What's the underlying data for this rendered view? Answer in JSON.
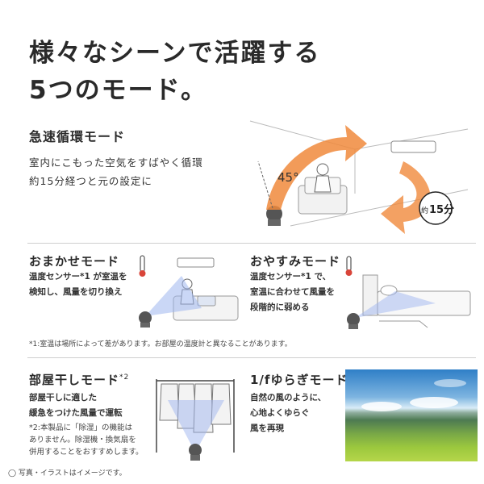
{
  "headline": {
    "line1": "様々なシーンで活躍する",
    "line2": "5つのモード。"
  },
  "modes": {
    "rapid": {
      "title": "急速循環モード",
      "desc_line1": "室内にこもった空気をすばやく循環",
      "desc_line2": "約15分経つと元の設定に",
      "angle_label": "45°",
      "timer_prefix": "約",
      "timer_value": "15分"
    },
    "auto": {
      "title": "おまかせモード",
      "desc_line1": "温度センサー*1 が室温を",
      "desc_line2": "検知し、風量を切り換え"
    },
    "sleep": {
      "title": "おやすみモード",
      "desc_line1": "温度センサー*1 で、",
      "desc_line2": "室温に合わせて風量を",
      "desc_line3": "段階的に弱める"
    },
    "note1": "*1:室温は場所によって差があります。お部屋の温度計と異なることがあります。",
    "laundry": {
      "title": "部屋干しモード",
      "title_sup": "*2",
      "desc_line1": "部屋干しに適した",
      "desc_line2": "緩急をつけた風量で運転",
      "note_line1": "*2:本製品に「除湿」の機能は",
      "note_line2": "ありません。除湿機・換気扇を",
      "note_line3": "併用することをおすすめします。"
    },
    "fluctuation": {
      "title": "1/fゆらぎモード",
      "desc_line1": "自然の風のように、",
      "desc_line2": "心地よくゆらぐ",
      "desc_line3": "風を再現"
    }
  },
  "footer": "◯ 写真・イラストはイメージです。",
  "colors": {
    "text": "#2a2a2a",
    "arrow_orange": "#f08a3c",
    "airflow_blue": "#9fb6ef",
    "thermometer_red": "#d9453a",
    "rule": "#cfcfcf"
  }
}
